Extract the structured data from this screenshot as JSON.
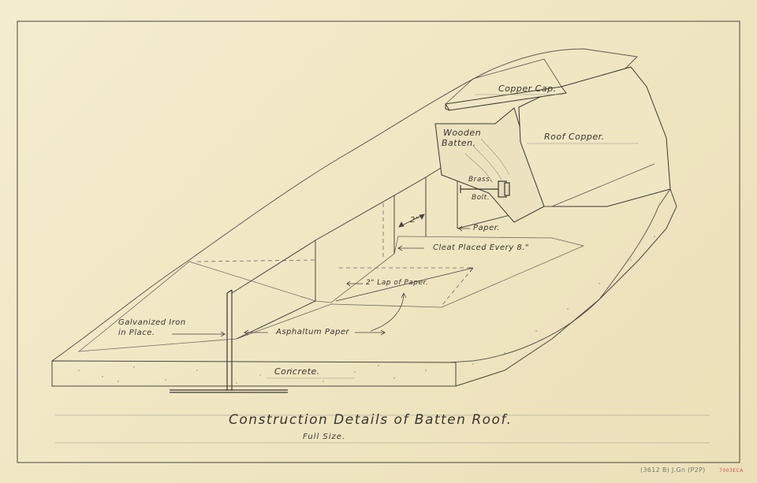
{
  "labels": {
    "copper_cap": "Copper Cap.",
    "wooden": "Wooden",
    "batten": "Batten.",
    "roof_copper": "Roof Copper.",
    "brass": "Brass.",
    "bolt": "Bolt.",
    "two_inch": "2\"",
    "paper": "Paper.",
    "cleat": "Cleat Placed Every 8.\"",
    "lap": "2\" Lap of Paper.",
    "galvanized_line1": "Galvanized Iron",
    "galvanized_line2": "in Place.",
    "asphaltum": "Asphaltum Paper",
    "concrete": "Concrete."
  },
  "title": "Construction Details of Batten Roof.",
  "subtitle": "Full Size.",
  "stamp": "(3612 B) J.Gn (P2P)",
  "stamp_red": "7003ECA",
  "colors": {
    "paper": "#f1e9c9",
    "ink": "#3a3630",
    "pencil": "#6f6a62",
    "stamp_red": "#c9524e"
  }
}
